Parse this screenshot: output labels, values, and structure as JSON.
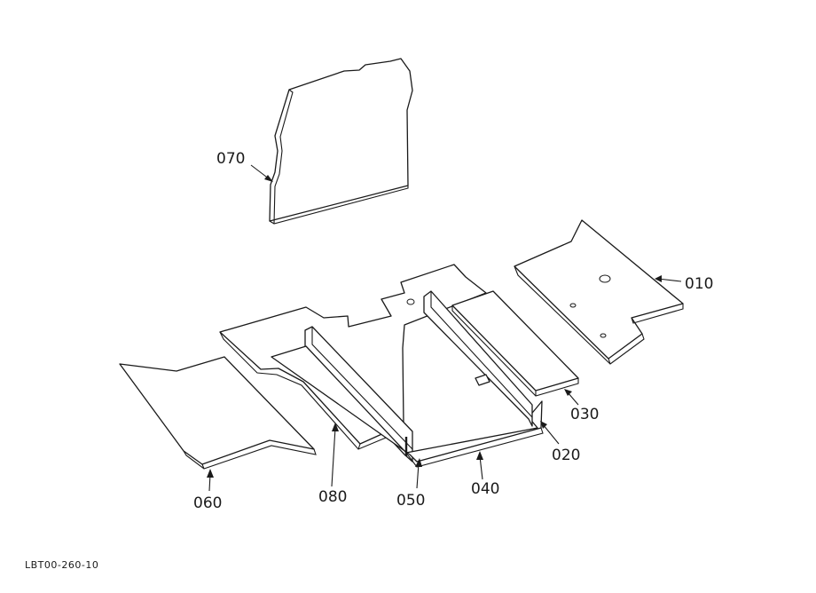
{
  "callouts": {
    "p010": "010",
    "p020": "020",
    "p030": "030",
    "p040": "040",
    "p050": "050",
    "p060": "060",
    "p070": "070",
    "p080": "080"
  },
  "drawing_code": "LBT00-260-10"
}
